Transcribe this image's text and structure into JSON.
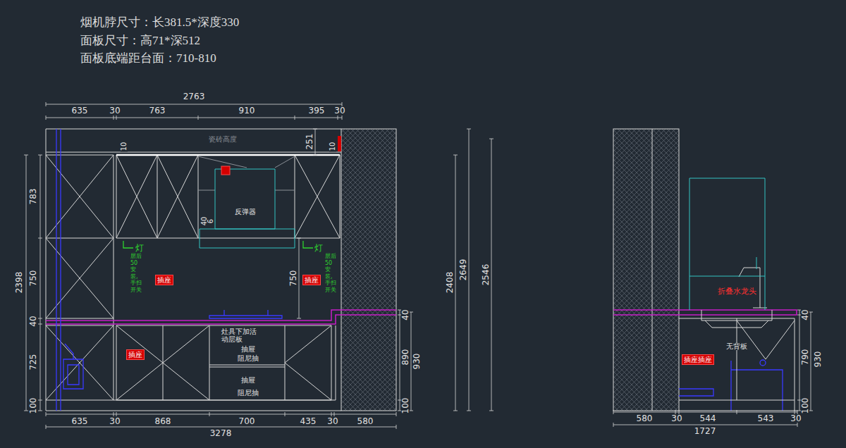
{
  "diagram": {
    "nodes": [
      {
        "text": [
          "插座"
        ]
      },
      {
        "text": [
          "插座"
        ]
      },
      {
        "text": [
          "插座"
        ]
      },
      {
        "text": [
          "插座插座"
        ]
      }
    ],
    "labels": [
      "烟机脖尺寸：长381.5*深度330",
      "面板尺寸：高71*深512",
      "面板底端距台面：710-810",
      "2763",
      "635",
      "30",
      "763",
      "910",
      "395",
      "30",
      "瓷砖高度",
      "251",
      "10",
      "10",
      "反弹器",
      "40",
      "6",
      "灯",
      "层后50安装,手扫开关",
      "灯",
      "层后50安装,手扫开关",
      "750",
      "2398",
      "783",
      "750",
      "40",
      "725",
      "100",
      "灶具下加活动层板",
      "抽屉",
      "阻尼抽",
      "抽屉",
      "阻尼抽",
      "40",
      "890",
      "930",
      "100",
      "2408",
      "2649",
      "2546",
      "635",
      "30",
      "868",
      "700",
      "435",
      "30",
      "580",
      "3278",
      "折叠水龙头",
      "无背板",
      "40",
      "790",
      "930",
      "100",
      "580",
      "30",
      "544",
      "543",
      "30",
      "1727"
    ]
  }
}
